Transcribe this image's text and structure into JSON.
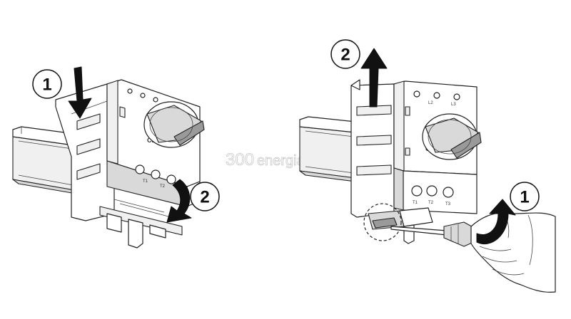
{
  "watermark": {
    "text_a": "300",
    "text_b": "energia.com"
  },
  "left_figure": {
    "step_1": "1",
    "step_2": "2",
    "terminals": [
      "T1",
      "T2"
    ]
  },
  "right_figure": {
    "step_1": "1",
    "step_2": "2",
    "terminals_top": [
      "L2",
      "L3"
    ],
    "terminals_bottom": [
      "T1",
      "T2",
      "T3"
    ]
  },
  "icons": {
    "arrow_style": "filled-black",
    "color_line": "#222222",
    "color_fill_light": "#f0f0f0",
    "color_fill_mid": "#d9d9d9",
    "color_fill_dark": "#9a9a9a"
  }
}
